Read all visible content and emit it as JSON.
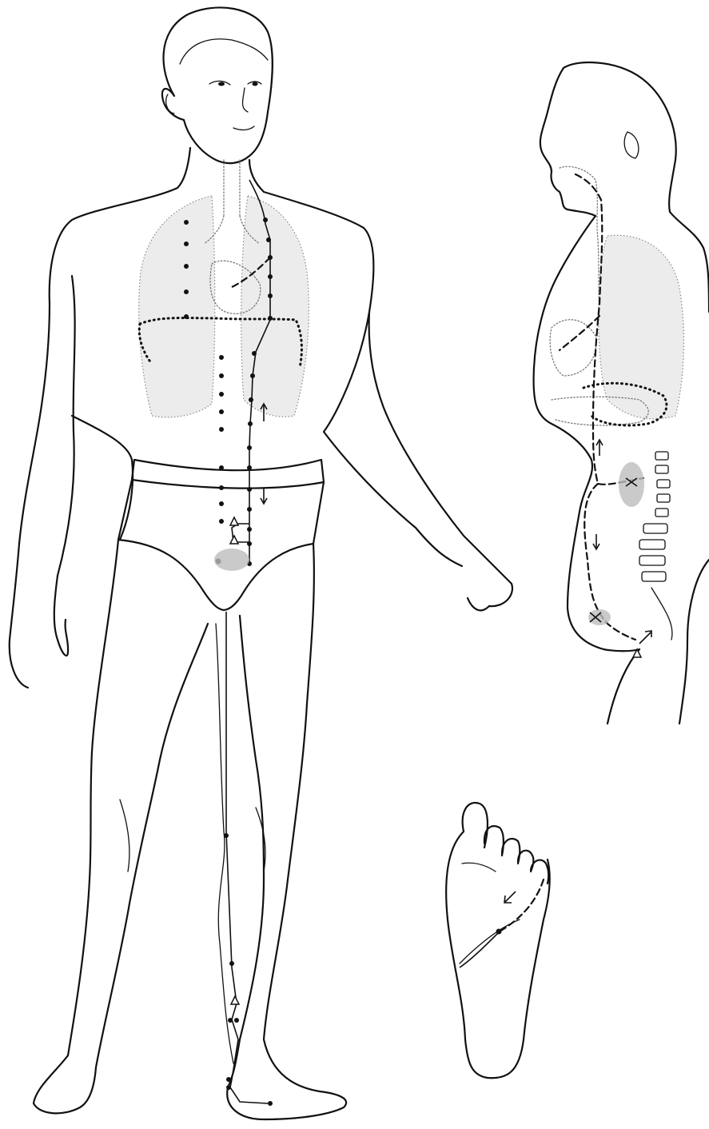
{
  "figure": {
    "views": [
      "front-body",
      "side-body",
      "foot-sole"
    ],
    "colors": {
      "line": "#111111",
      "organ_stipple": "#888888",
      "shaded_area": "#bdbdbd",
      "background": "#ffffff"
    },
    "icons": [
      "upward-arrow-icon",
      "downward-arrow-icon",
      "open-triangle-marker",
      "acupoint-dot",
      "cross-mark"
    ]
  }
}
